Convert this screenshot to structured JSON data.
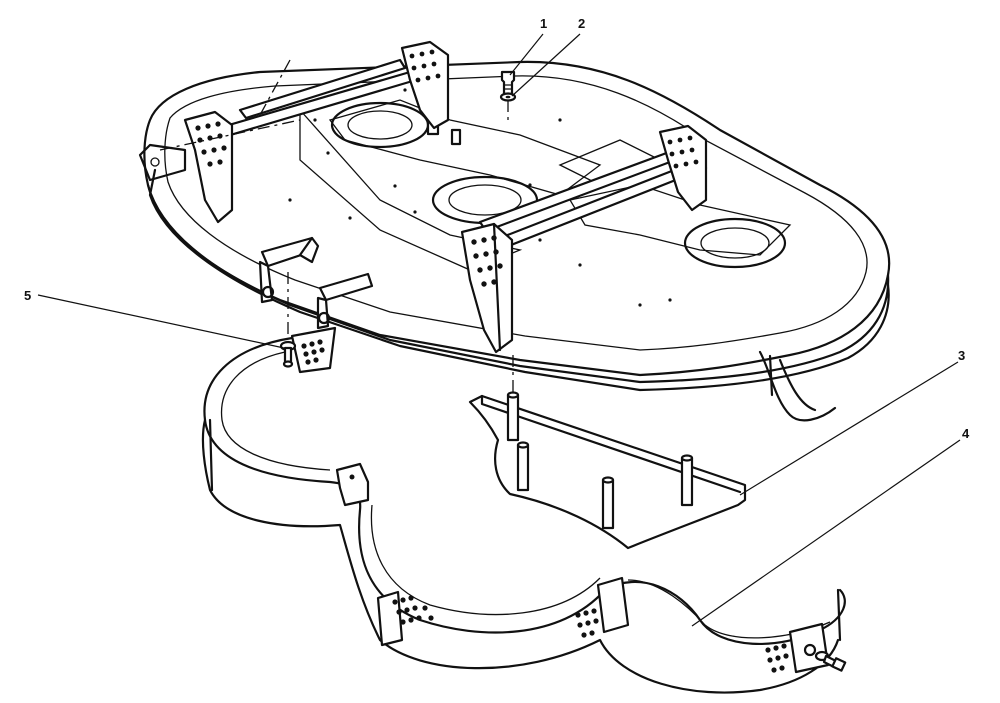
{
  "callouts": [
    {
      "id": "1",
      "label": "1",
      "part": "bolt"
    },
    {
      "id": "2",
      "label": "2",
      "part": "washer"
    },
    {
      "id": "3",
      "label": "3",
      "part": "baffle-plate"
    },
    {
      "id": "4",
      "label": "4",
      "part": "shield-band"
    },
    {
      "id": "5",
      "label": "5",
      "part": "screw"
    }
  ],
  "colors": {
    "line": "#111111",
    "background": "#ffffff"
  }
}
